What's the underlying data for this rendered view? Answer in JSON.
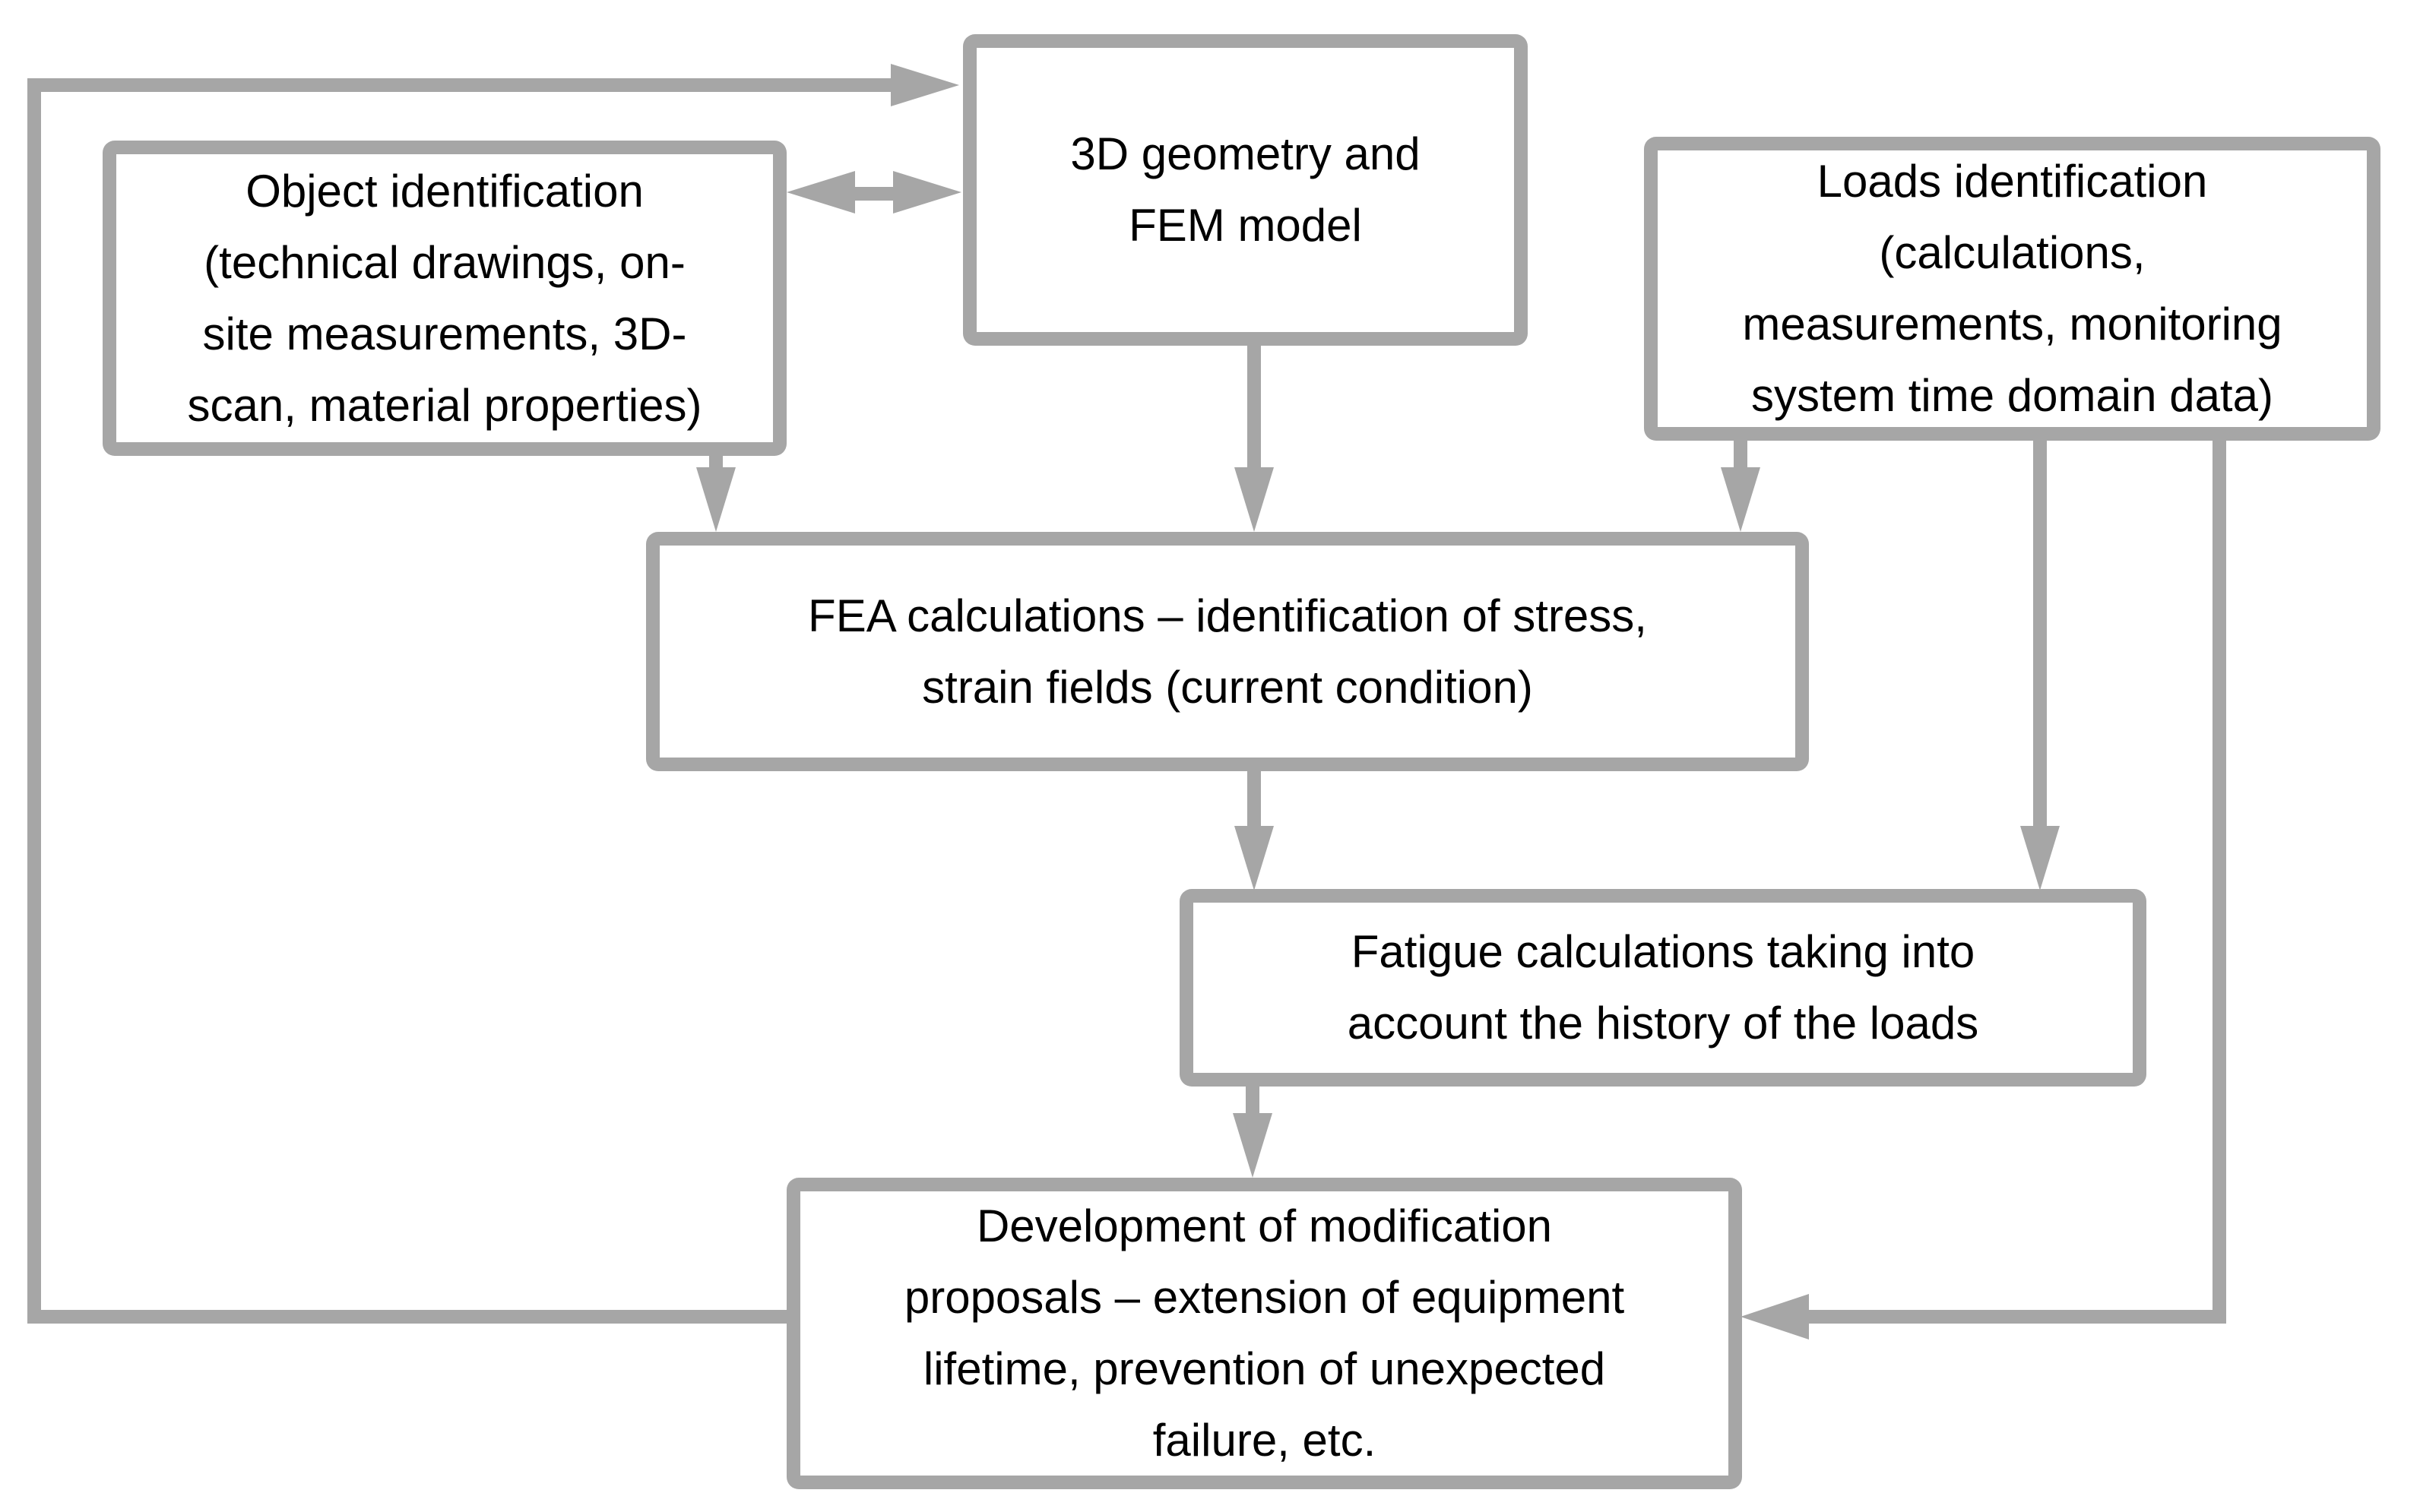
{
  "diagram": {
    "title": "Structural assessment workflow flowchart",
    "colors": {
      "background": "#ffffff",
      "line_gray": "#a6a6a6",
      "text": "#000000"
    },
    "boxes": {
      "object": {
        "lines": [
          "Object identification",
          "(technical drawings, on-",
          "site measurements, 3D-",
          "scan, material properties)"
        ]
      },
      "geometry": {
        "lines": [
          "3D geometry and",
          "FEM model"
        ]
      },
      "loads": {
        "lines": [
          "Loads identification",
          "(calculations,",
          "measurements, monitoring",
          "system time domain data)"
        ]
      },
      "fea": {
        "lines": [
          "FEA calculations – identification of stress,",
          "strain fields (current condition)"
        ]
      },
      "fatigue": {
        "lines": [
          "Fatigue calculations taking into",
          "account the history of the loads"
        ]
      },
      "development": {
        "lines": [
          "Development of modification",
          "proposals – extension of equipment",
          "lifetime, prevention of unexpected",
          "failure, etc."
        ]
      }
    },
    "connections": [
      {
        "from": "development",
        "to": "geometry",
        "type": "arrow",
        "route": "left-edge feedback loop up and into 3D geometry box"
      },
      {
        "from": "object",
        "to": "geometry",
        "type": "double-arrow",
        "route": "horizontal between boxes"
      },
      {
        "from": "object",
        "to": "fea",
        "type": "arrow",
        "route": "down"
      },
      {
        "from": "geometry",
        "to": "fea",
        "type": "arrow",
        "route": "down"
      },
      {
        "from": "loads",
        "to": "fea",
        "type": "arrow",
        "route": "down"
      },
      {
        "from": "fea",
        "to": "fatigue",
        "type": "arrow",
        "route": "down"
      },
      {
        "from": "loads",
        "to": "fatigue",
        "type": "arrow",
        "route": "down"
      },
      {
        "from": "fatigue",
        "to": "development",
        "type": "arrow",
        "route": "down"
      },
      {
        "from": "loads",
        "to": "development",
        "type": "arrow",
        "route": "down right edge then left into box"
      }
    ]
  }
}
